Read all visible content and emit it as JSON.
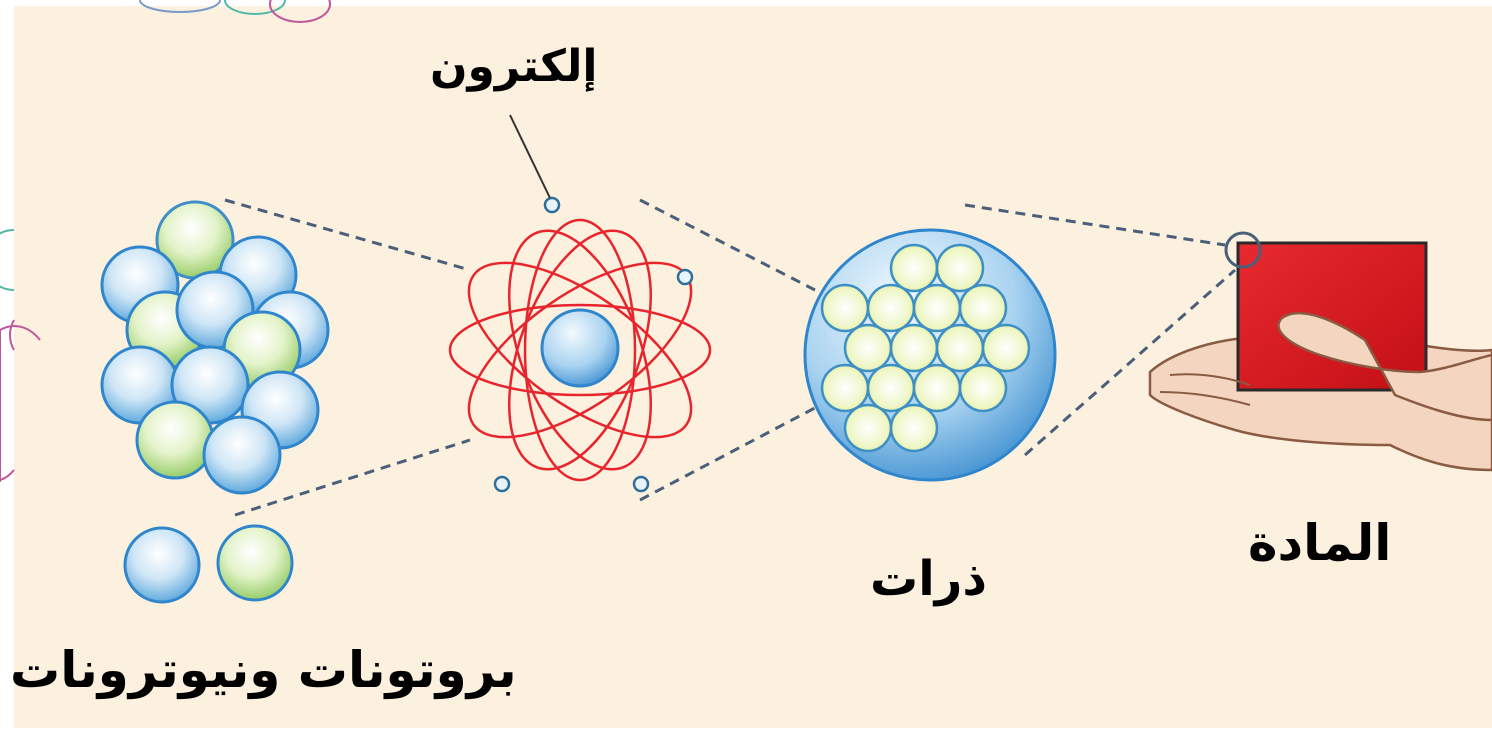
{
  "labels": {
    "electron": "إلكترون",
    "atoms": "ذرات",
    "matter": "المادة",
    "nucleons": "بروتونات ونيوترونات"
  },
  "colors": {
    "background": "#fcf0de",
    "orbit": "#e8242c",
    "dashed_line": "#4a5f7a",
    "particle_blue": "#5aa8dd",
    "particle_green": "#9bd25a",
    "matter_block": "#d9141b",
    "hand": "#f4d6c0"
  }
}
